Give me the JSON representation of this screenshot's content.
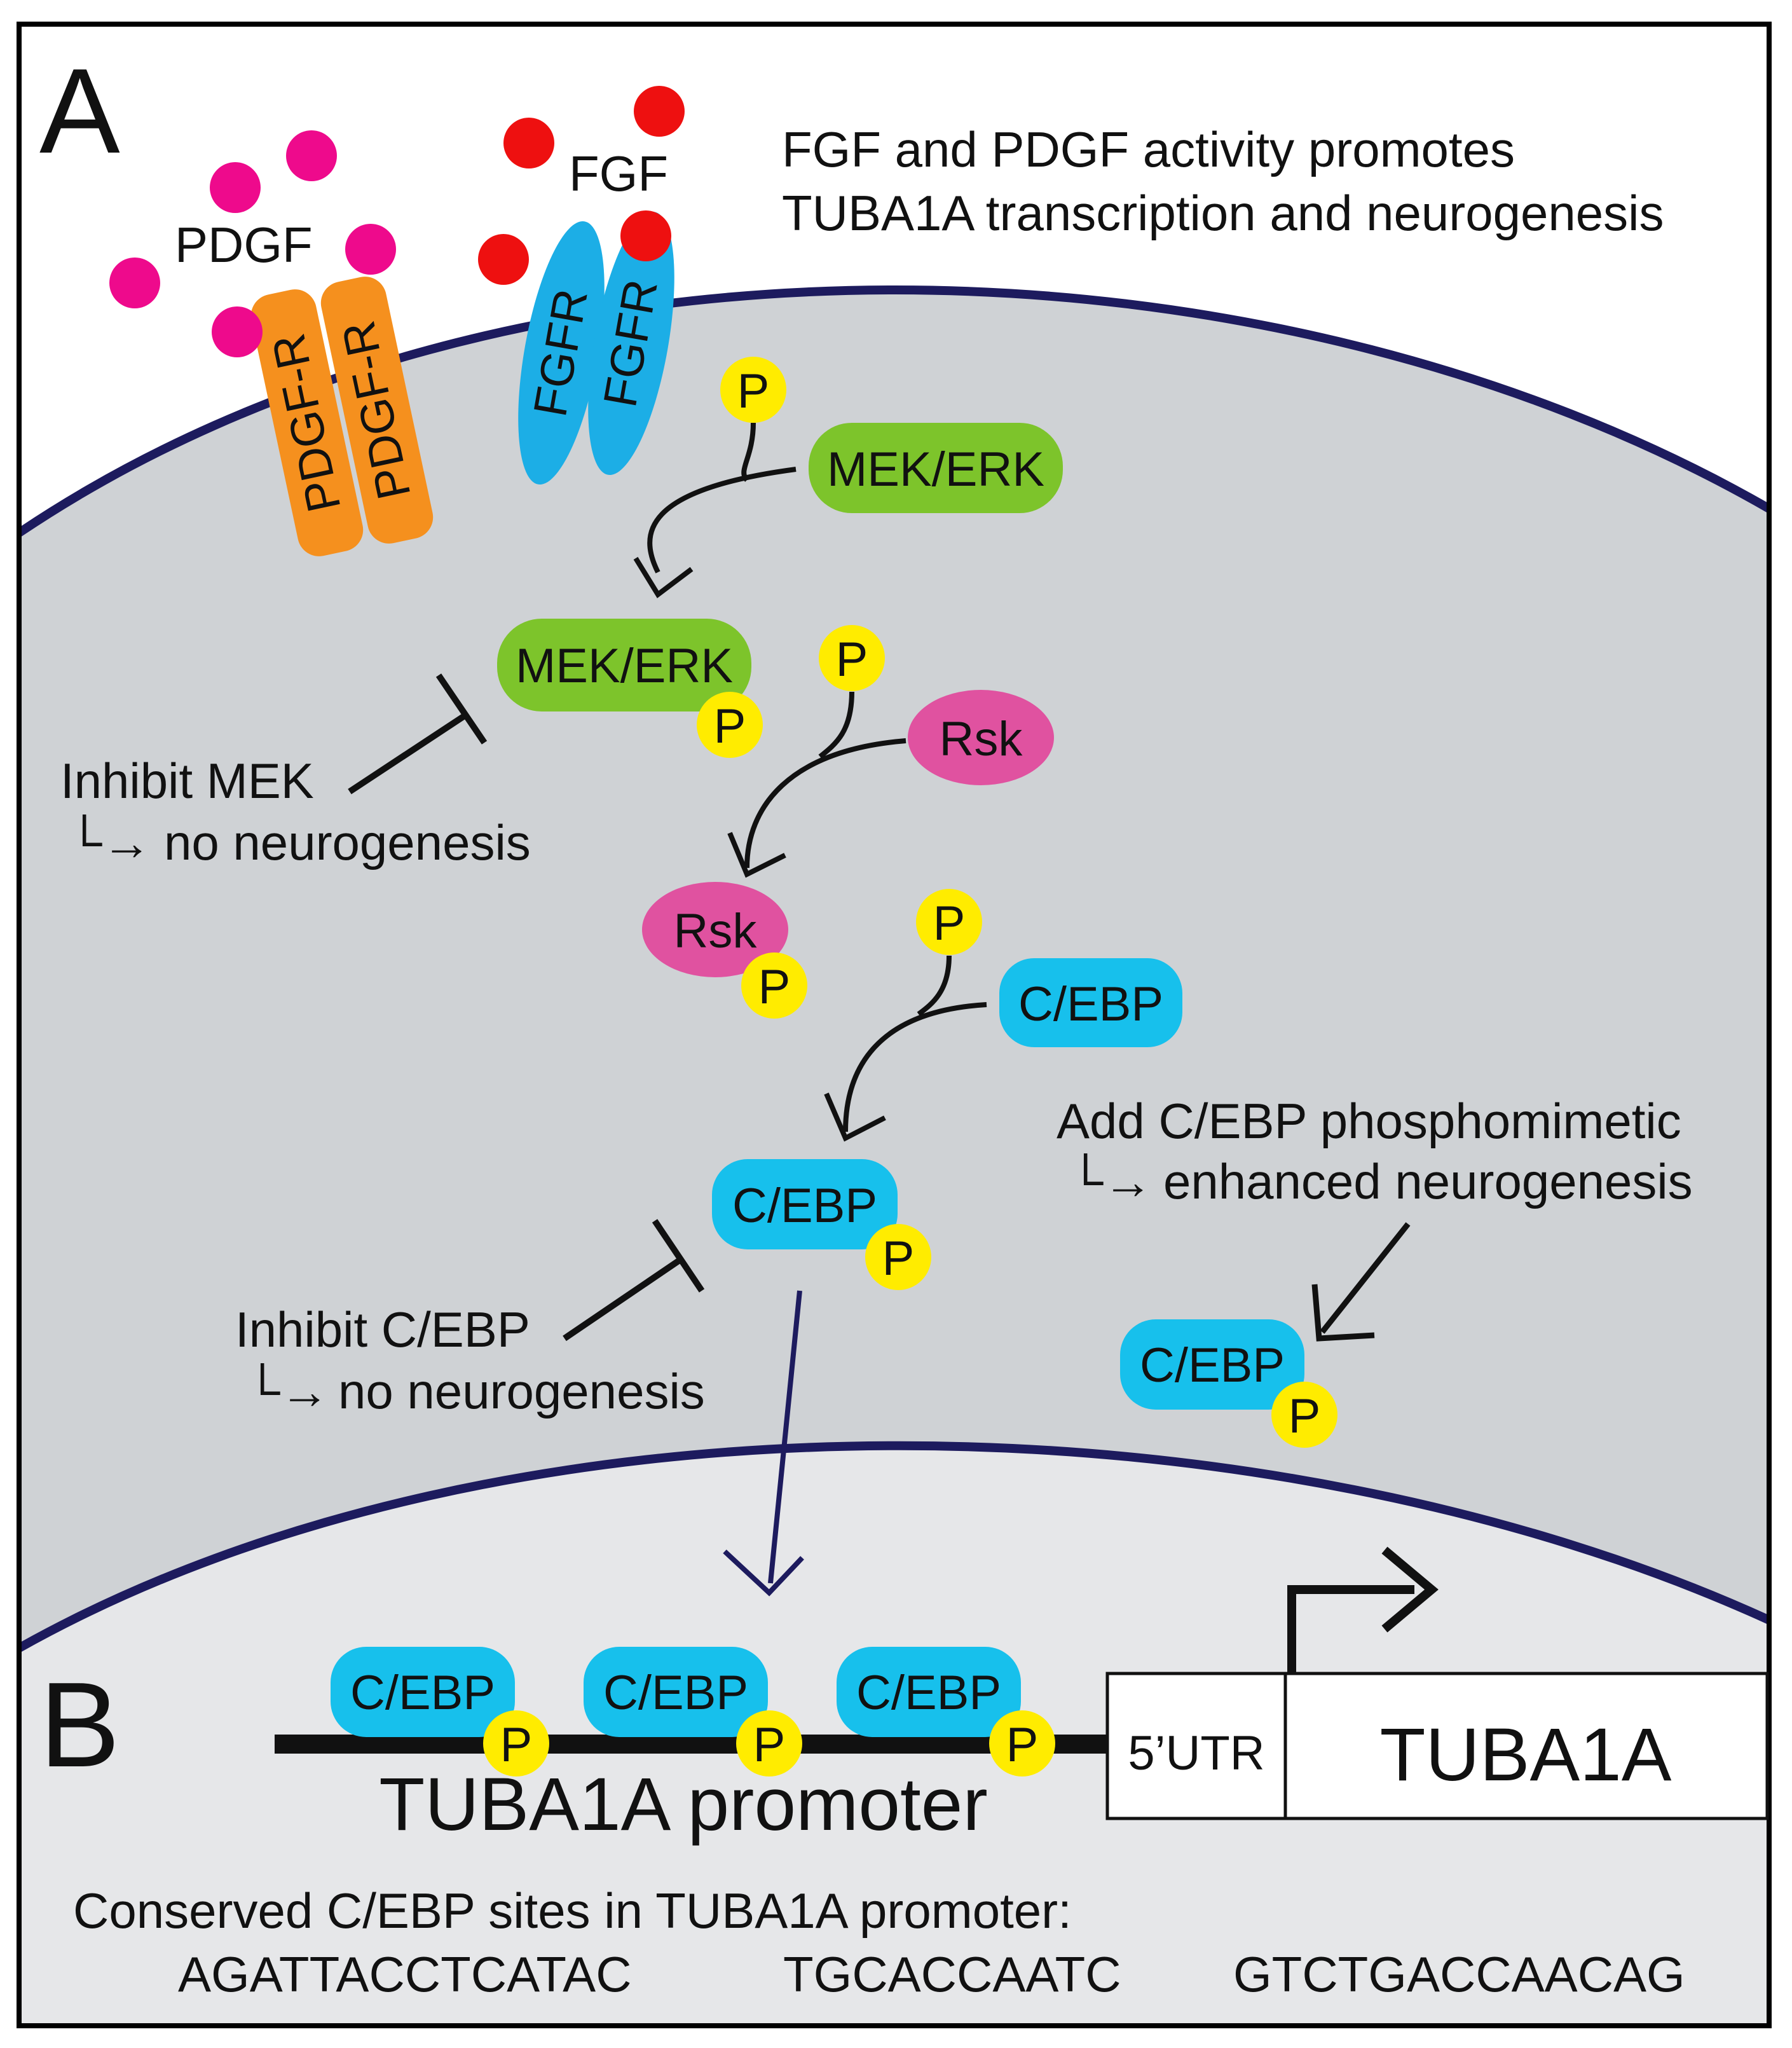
{
  "panel_a": {
    "letter": "A",
    "caption_lines": [
      "FGF and PDGF activity promotes",
      "TUBA1A transcription and neurogenesis"
    ],
    "pdgf_label": "PDGF",
    "fgf_label": "FGF",
    "pdgf_receptor_label": "PDGF-R",
    "fgf_receptor_label": "FGFR",
    "phospho_label": "P",
    "mek_erk_label": "MEK/ERK",
    "rsk_label": "Rsk",
    "cebp_label": "C/EBP",
    "inhibit_mek": {
      "line1": "Inhibit MEK",
      "arrow": "└→",
      "line2": "no neurogenesis"
    },
    "inhibit_cebp": {
      "line1": "Inhibit C/EBP",
      "arrow": "└→",
      "line2": "no neurogenesis"
    },
    "add_phosphomimetic": {
      "line1": "Add C/EBP phosphomimetic",
      "arrow": "└→",
      "line2": "enhanced neurogenesis"
    }
  },
  "panel_b": {
    "letter": "B",
    "promoter_label": "TUBA1A promoter",
    "utr_label": "5’UTR",
    "gene_label": "TUBA1A",
    "sites_caption": "Conserved C/EBP sites in TUBA1A promoter:",
    "sequences": [
      "AGATTACCTCATAC",
      "TGCACCAATC",
      "GTCTGACCAACAG"
    ]
  },
  "colors": {
    "cytoplasm": "#cfd2d5",
    "nucleus": "#e6e7e9",
    "membrane": "#1d1b5e",
    "pdgf_ligand": "#ee0a8c",
    "fgf_ligand": "#ee1010",
    "pdgf_receptor": "#f5901e",
    "fgf_receptor": "#1caee6",
    "mek_erk": "#7dc42b",
    "rsk": "#e052a0",
    "cebp": "#17c0ec",
    "phospho": "#ffec00"
  }
}
